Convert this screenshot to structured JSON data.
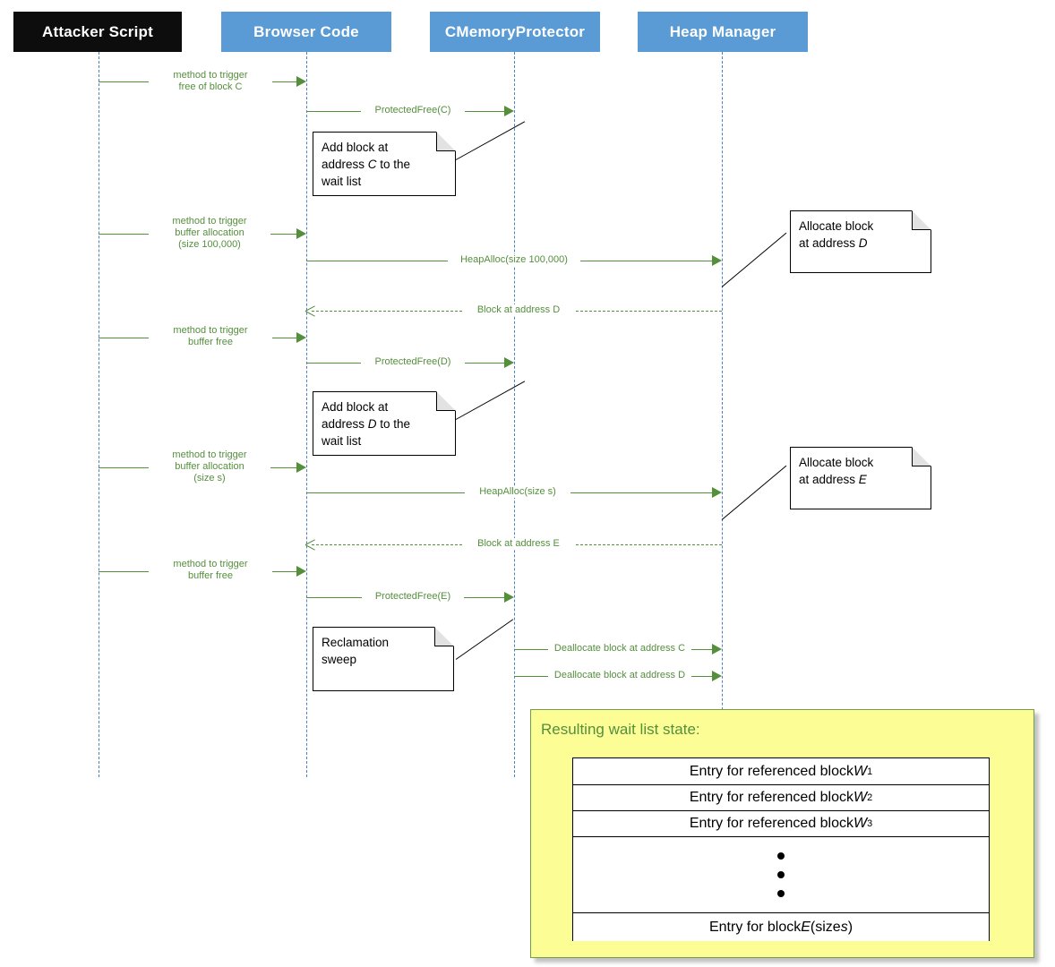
{
  "diagram": {
    "type": "sequence-diagram",
    "colors": {
      "accent_green": "#548f3c",
      "lifeline_blue": "#4f81bd",
      "participant_blue": "#5b9bd5",
      "participant_dark": "#0d0d0d",
      "callout_yellow": "#fdfd96",
      "callout_border": "#6f9f4a"
    },
    "participants": [
      {
        "label": "Attacker Script",
        "style": "dark"
      },
      {
        "label": "Browser Code",
        "style": "blue"
      },
      {
        "label": "CMemoryProtector",
        "style": "blue"
      },
      {
        "label": "Heap Manager",
        "style": "blue"
      }
    ],
    "messages": [
      {
        "line1": "method to trigger",
        "line2": "free of block C",
        "from": "Attacker Script",
        "to": "Browser Code",
        "kind": "call"
      },
      {
        "line1": "ProtectedFree(C)",
        "line2": "",
        "from": "Browser Code",
        "to": "CMemoryProtector",
        "kind": "call"
      },
      {
        "line1": "method to trigger",
        "line2": "buffer allocation",
        "line3": "(size 100,000)",
        "from": "Attacker Script",
        "to": "Browser Code",
        "kind": "call"
      },
      {
        "line1": "HeapAlloc(size 100,000)",
        "line2": "",
        "from": "Browser Code",
        "to": "Heap Manager",
        "kind": "call"
      },
      {
        "line1": "Block at address D",
        "line2": "",
        "from": "Heap Manager",
        "to": "Browser Code",
        "kind": "return"
      },
      {
        "line1": "method to trigger",
        "line2": "buffer free",
        "from": "Attacker Script",
        "to": "Browser Code",
        "kind": "call"
      },
      {
        "line1": "ProtectedFree(D)",
        "line2": "",
        "from": "Browser Code",
        "to": "CMemoryProtector",
        "kind": "call"
      },
      {
        "line1": "method to trigger",
        "line2": "buffer allocation",
        "line3": "(size s)",
        "from": "Attacker Script",
        "to": "Browser Code",
        "kind": "call"
      },
      {
        "line1": "HeapAlloc(size s)",
        "line2": "",
        "from": "Browser Code",
        "to": "Heap Manager",
        "kind": "call"
      },
      {
        "line1": "Block at address E",
        "line2": "",
        "from": "Heap Manager",
        "to": "Browser Code",
        "kind": "return"
      },
      {
        "line1": "method to trigger",
        "line2": "buffer free",
        "from": "Attacker Script",
        "to": "Browser Code",
        "kind": "call"
      },
      {
        "line1": "ProtectedFree(E)",
        "line2": "",
        "from": "Browser Code",
        "to": "CMemoryProtector",
        "kind": "call"
      },
      {
        "line1": "Deallocate block at address C",
        "line2": "",
        "from": "CMemoryProtector",
        "to": "Heap Manager",
        "kind": "call"
      },
      {
        "line1": "Deallocate block at address D",
        "line2": "",
        "from": "CMemoryProtector",
        "to": "Heap Manager",
        "kind": "call"
      }
    ],
    "notes": [
      {
        "id": "note-add-c",
        "text": "Add block at address C to the wait list",
        "attached_to": "CMemoryProtector"
      },
      {
        "id": "note-alloc-d",
        "text": "Allocate block at address D",
        "attached_to": "Heap Manager"
      },
      {
        "id": "note-add-d",
        "text": "Add block at address D to the wait list",
        "attached_to": "CMemoryProtector"
      },
      {
        "id": "note-alloc-e",
        "text": "Allocate block at address E",
        "attached_to": "Heap Manager"
      },
      {
        "id": "note-reclaim",
        "text": "Reclamation sweep",
        "attached_to": "CMemoryProtector"
      }
    ],
    "callout": {
      "title": "Resulting wait list state:",
      "rows": [
        {
          "type": "text",
          "text": "Entry for referenced block W1"
        },
        {
          "type": "text",
          "text": "Entry for referenced block W2"
        },
        {
          "type": "text",
          "text": "Entry for referenced block W3"
        },
        {
          "type": "dots",
          "dot_count": 3
        },
        {
          "type": "text",
          "text": "Entry for block E (size s)"
        }
      ]
    }
  }
}
